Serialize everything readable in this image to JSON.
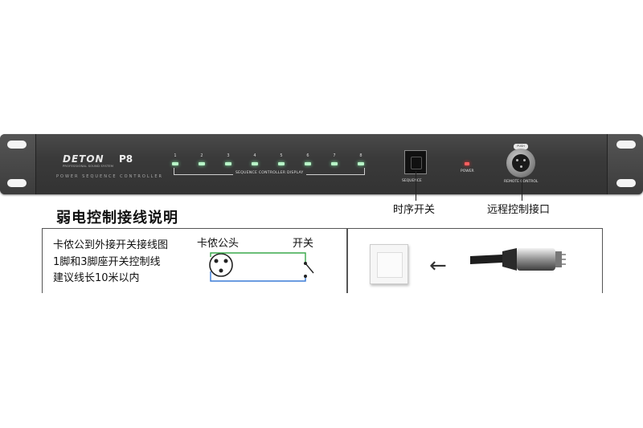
{
  "panel": {
    "brand": "DETON",
    "brand_sub": "PROFESSIONAL SOUND SYSTEM",
    "model": "P8",
    "subtitle": "POWER SEQUENCE CONTROLLER",
    "channels": [
      "1",
      "2",
      "3",
      "4",
      "5",
      "6",
      "7",
      "8"
    ],
    "sequence_display_label": "SEQUENCE CONTROLLER DISPLAY",
    "sequence_button_label": "SEQUENCE",
    "power_label": "POWER",
    "push_label": "PUSH",
    "remote_label": "REMOTE CONTROL"
  },
  "callouts": {
    "sequence_switch": "时序开关",
    "remote_port": "远程控制接口"
  },
  "heading": "弱电控制接线说明",
  "notes": [
    "卡侬公到外接开关接线图",
    "1脚和3脚座开关控制线",
    "建议线长10米以内"
  ],
  "diagram": {
    "xlr_label": "卡侬公头",
    "switch_label": "开关",
    "wire_color": "#3aa84a",
    "wire_color2": "#3a7bd5"
  },
  "colors": {
    "panel": "#3a3a3a",
    "led": "#b8f5c8",
    "power_led": "#ff6060"
  }
}
